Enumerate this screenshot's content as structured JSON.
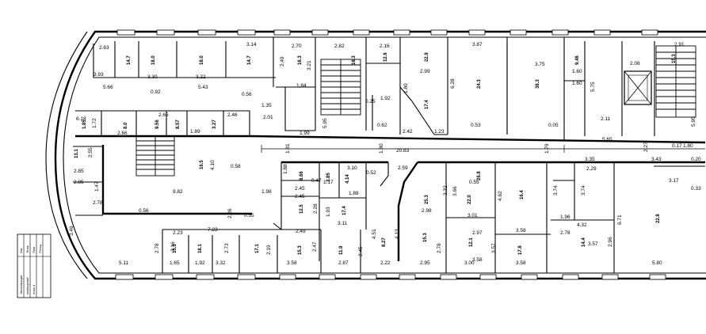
{
  "plan": {
    "dimensions": {
      "top_row": [
        "2.63",
        "3.14",
        "2.70",
        "2.82",
        "2.16",
        "3.87",
        "2.08",
        "2.91"
      ],
      "upper_band": [
        "3.93",
        "3.30",
        "3.22",
        "5.66",
        "5.43",
        "0.92",
        "0.56",
        "1.84",
        "2.49",
        "3.21",
        "1.60",
        "1.60",
        "1.80",
        "2.99",
        "6.28",
        "3.75",
        "5.75"
      ],
      "mid_upper": [
        "6.18",
        "1.72",
        "2.66",
        "2.65",
        "2.46",
        "1.89",
        "2.01",
        "1.99",
        "0.62",
        "2.42",
        "1.23",
        "0.53",
        "0.05",
        "2.11",
        "5.95",
        "5.95",
        "1.35",
        "0.25",
        "1.92"
      ],
      "corridor": [
        "20.83",
        "1.81",
        "1.79",
        "5.65",
        "3.35",
        "3.43",
        "2.29",
        "2.27",
        "0.17",
        "1.80",
        "0.20",
        "3.17",
        "0.33",
        "1.80"
      ],
      "left_block": [
        "2.55",
        "2.85",
        "2.85",
        "1.47",
        "2.78",
        "0.56",
        "9.82",
        "4.10",
        "0.58",
        "3.46"
      ],
      "center_block": [
        "1.88",
        "2.45",
        "1.17",
        "2.45",
        "1.88",
        "3.10",
        "0.47",
        "0.52",
        "2.28",
        "1.93",
        "3.11",
        "2.59",
        "4.51",
        "4.13",
        "2.49",
        "1.98",
        "2.26",
        "0.55"
      ],
      "right_block": [
        "0.55",
        "3.32",
        "3.66",
        "4.62",
        "3.01",
        "2.98",
        "3.58",
        "3.74",
        "1.96",
        "4.32",
        "3.74",
        "6.71",
        "2.96"
      ],
      "bottom_row": [
        "5.11",
        "1.65",
        "1.92",
        "3.32",
        "2.19",
        "3.58",
        "2.87",
        "2.22",
        "2.95",
        "3.00",
        "3.58",
        "5.80",
        "2.45",
        "2.47",
        "3.16",
        "3.57",
        "2.73",
        "2.78",
        "7.23",
        "2.78"
      ],
      "bottom_upper": [
        "2.23",
        "2.78",
        "2.97",
        "3.58",
        "3.57"
      ]
    },
    "areas": {
      "upper": [
        "14.7",
        "18.0",
        "18.0",
        "14.7",
        "16.3",
        "16.3",
        "12.6",
        "22.9",
        "24.3",
        "38.3",
        "9.46",
        "17.4",
        "15.3"
      ],
      "middle": [
        "1.85",
        "8.0",
        "9.56",
        "8.57",
        "3.27",
        "13.1",
        "16.5",
        "8.66",
        "26.8",
        "3.85",
        "4.14",
        "16.4",
        "22.8"
      ],
      "lower": [
        "12.5",
        "17.4",
        "15.3",
        "18.1",
        "17.1",
        "15.3",
        "11.9",
        "8.27",
        "15.3",
        "12.1",
        "17.8",
        "14.4",
        "22.0",
        "25.3"
      ]
    },
    "title_block": {
      "lines": [
        "Экспликация",
        "помещений",
        "этаж 4"
      ],
      "rows": [
        "Лит.",
        "Этаж",
        "Пом.",
        "Площ."
      ]
    }
  }
}
